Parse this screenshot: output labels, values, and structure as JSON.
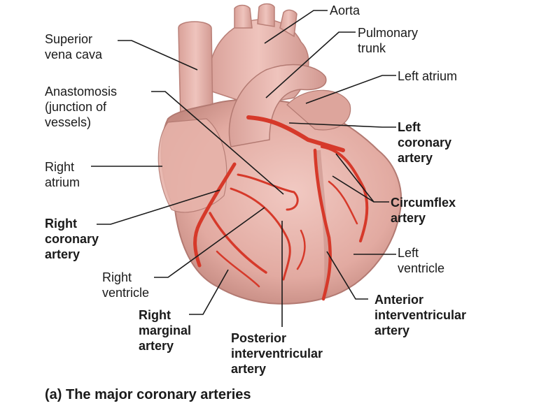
{
  "labels": {
    "aorta": "Aorta",
    "pulmonary_trunk": "Pulmonary\ntrunk",
    "superior_vena_cava": "Superior\nvena cava",
    "left_atrium": "Left atrium",
    "anastomosis": "Anastomosis\n(junction of\nvessels)",
    "left_coronary_artery": "Left\ncoronary\nartery",
    "right_atrium": "Right\natrium",
    "circumflex_artery": "Circumflex\nartery",
    "right_coronary_artery": "Right\ncoronary\nartery",
    "left_ventricle": "Left\nventricle",
    "right_ventricle": "Right\nventricle",
    "anterior_interventricular_artery": "Anterior\ninterventricular\nartery",
    "right_marginal_artery": "Right\nmarginal\nartery",
    "posterior_interventricular_artery": "Posterior\ninterventricular\nartery"
  },
  "caption": "(a) The major coronary arteries",
  "colors": {
    "heart": "#e8b4ac",
    "heart_shadow": "#c98f86",
    "artery": "#d6392a",
    "leader": "#1a1a1a"
  }
}
